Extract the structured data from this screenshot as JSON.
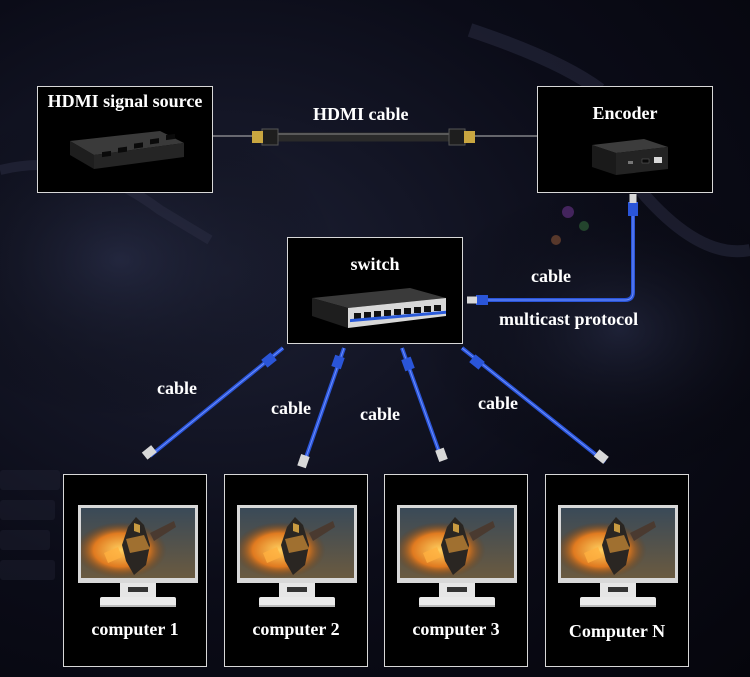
{
  "source": {
    "label": "HDMI signal source"
  },
  "encoder": {
    "label": "Encoder"
  },
  "switch": {
    "label": "switch"
  },
  "links": {
    "hdmi_cable": "HDMI cable",
    "encoder_cable": "cable",
    "multicast": "multicast protocol",
    "cable_1": "cable",
    "cable_2": "cable",
    "cable_3": "cable",
    "cable_4": "cable"
  },
  "computers": [
    {
      "label": "computer 1"
    },
    {
      "label": "computer 2"
    },
    {
      "label": "computer 3"
    },
    {
      "label": "Computer N"
    }
  ],
  "colors": {
    "ethernet_cable": "#2a55d8",
    "hdmi_cable": "#3a3a3a",
    "connector_gold": "#c9a640"
  }
}
